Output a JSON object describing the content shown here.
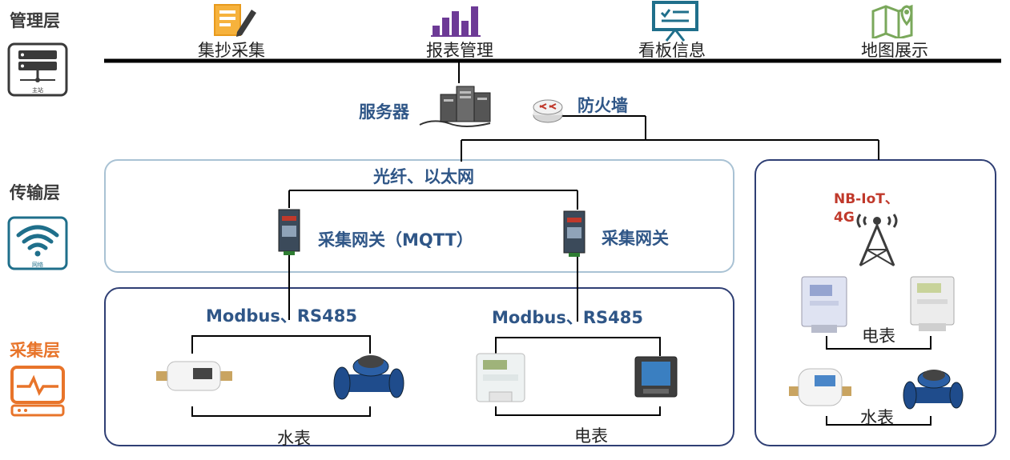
{
  "layers": {
    "management": "管理层",
    "transport": "传输层",
    "collection": "采集层"
  },
  "icon_captions": {
    "station": "主站",
    "network": "网络"
  },
  "top_functions": [
    "集抄采集",
    "报表管理",
    "看板信息",
    "地图展示"
  ],
  "server": "服务器",
  "firewall": "防火墙",
  "fiber": "光纤、以太网",
  "gateways": [
    "采集网关（MQTT）",
    "采集网关"
  ],
  "protocols": [
    "Modbus、RS485",
    "Modbus、RS485"
  ],
  "nbiot": [
    "NB-IoT、",
    "4G"
  ],
  "meters": {
    "water": "水表",
    "electric": "电表"
  },
  "colors": {
    "orange": "#e8742a",
    "blue_text": "#2f5687",
    "panel_border": "#2f3f74",
    "panel_light": "#a9c2d4",
    "red": "#c0392b",
    "purple": "#6d3a96",
    "teal": "#1f6f8b",
    "green": "#7aa85b"
  },
  "icons": [
    "server-icon",
    "wifi-icon",
    "monitor-pulse-icon",
    "document-pen-icon",
    "bar-chart-icon",
    "whiteboard-icon",
    "map-pin-icon",
    "server-tower-icon",
    "router-icon",
    "gateway-device-icon",
    "antenna-tower-icon",
    "water-meter-icon",
    "electric-meter-icon"
  ]
}
